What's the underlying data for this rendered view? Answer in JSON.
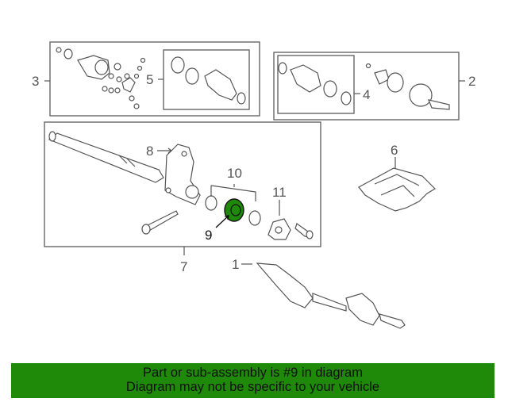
{
  "diagram": {
    "callouts": {
      "c1": "1",
      "c2": "2",
      "c3": "3",
      "c4": "4",
      "c5": "5",
      "c6": "6",
      "c7": "7",
      "c8": "8",
      "c9": "9",
      "c10": "10",
      "c11": "11"
    },
    "highlight_color": "#1f8a09"
  },
  "banner": {
    "line1": "Part or sub-assembly is #9 in diagram",
    "line2": "Diagram may not be specific to your vehicle",
    "background": "#1f8a09"
  }
}
